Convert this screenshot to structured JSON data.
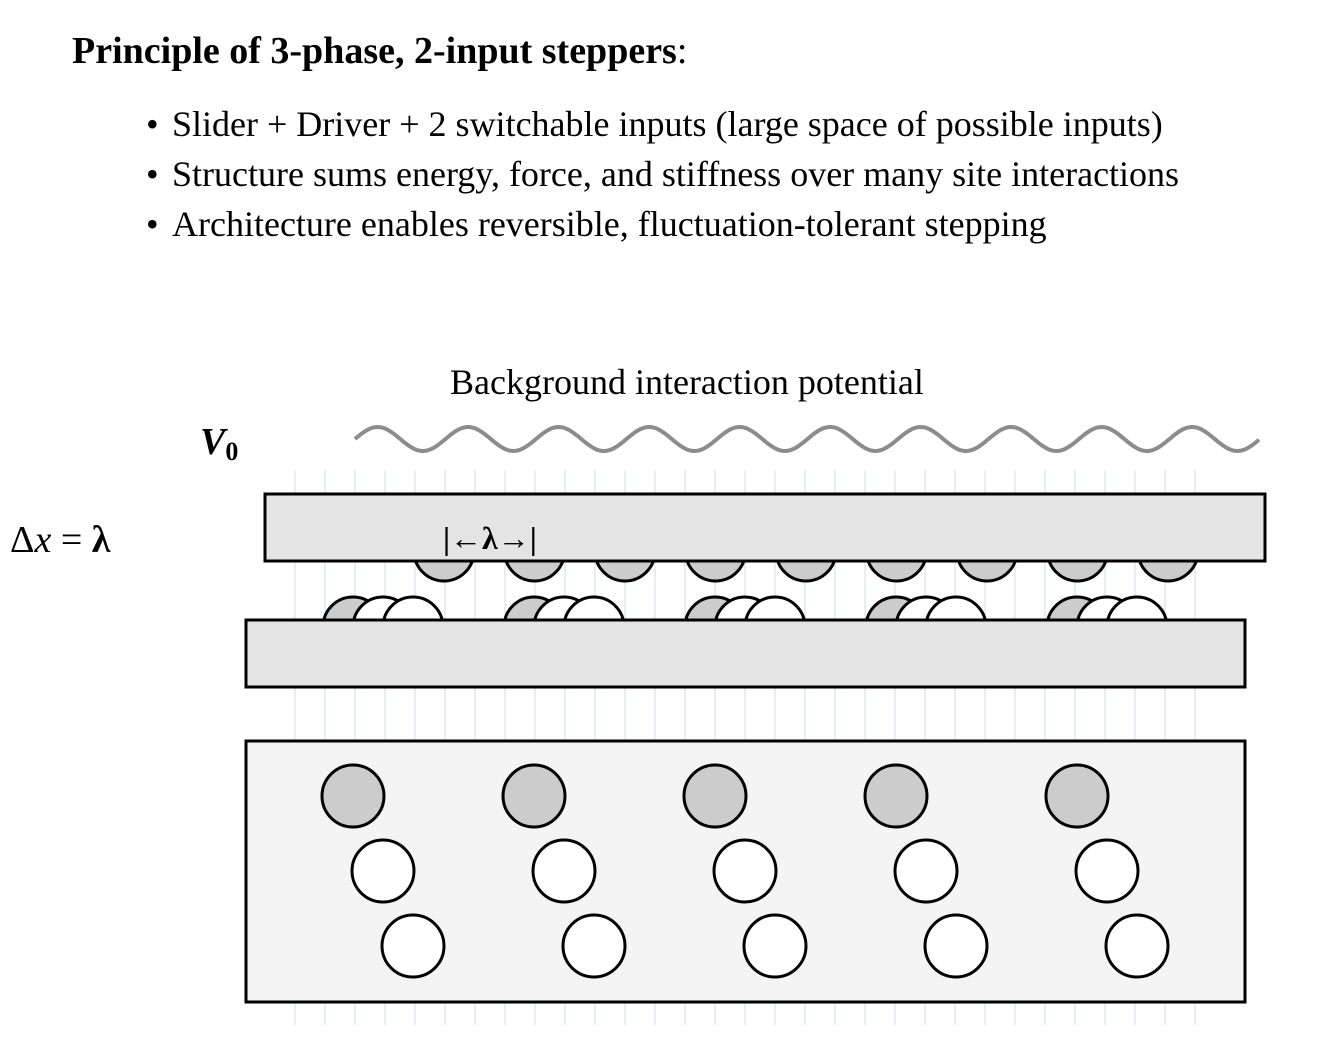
{
  "title": {
    "bold": "Principle of 3-phase, 2-input steppers",
    "suffix": ":"
  },
  "bullets": [
    "Slider + Driver + 2 switchable inputs (large space of possible inputs)",
    "Structure sums energy, force, and stiffness over many site interactions",
    "Architecture enables reversible, fluctuation-tolerant stepping"
  ],
  "bullet_glyph": "•",
  "diagram": {
    "background_label": "Background interaction potential",
    "potential_symbol": "V",
    "potential_subscript": "0",
    "displacement_symbol": "Δ",
    "displacement_var": "x",
    "displacement_eq": " = ",
    "displacement_value": "λ",
    "lambda_marker": "|←λ→|",
    "colors": {
      "wave": "#8c8c8c",
      "grid_lines": "#c9dcee",
      "slider_fill": "#e4e4e4",
      "driver_fill": "#e4e4e4",
      "input_block_fill": "#f4f4f4",
      "site_gray": "#cccccc",
      "site_white": "#ffffff",
      "outline": "#000000"
    }
  }
}
